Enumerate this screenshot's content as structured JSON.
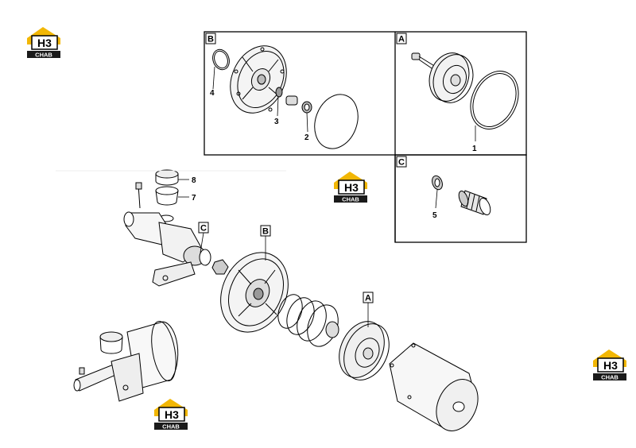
{
  "logo": {
    "mark": "H3",
    "caption": "CHAB",
    "accent": "#f2b705"
  },
  "panels": {
    "B": {
      "letter": "B",
      "parts": [
        "4",
        "3",
        "2"
      ]
    },
    "A": {
      "letter": "A",
      "parts": [
        "1"
      ]
    },
    "C": {
      "letter": "C",
      "parts": [
        "5"
      ]
    }
  },
  "main": {
    "parts": [
      "8",
      "7"
    ],
    "refs": [
      "C",
      "B",
      "A"
    ]
  }
}
